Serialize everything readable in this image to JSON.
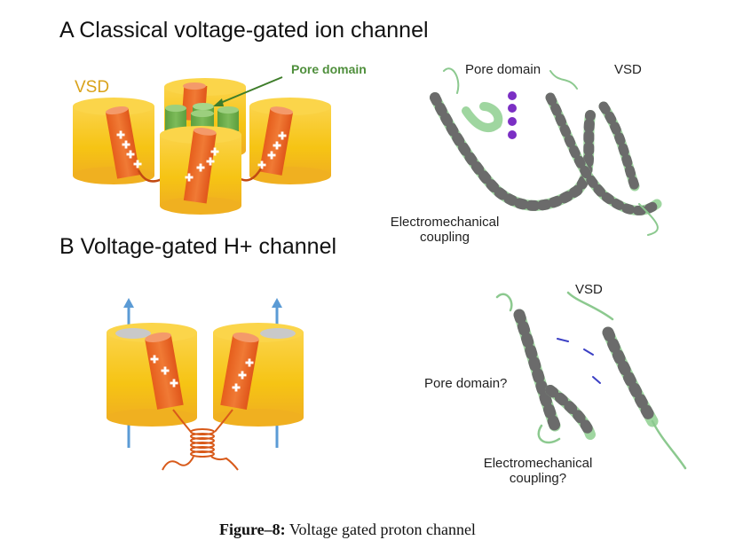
{
  "figure": {
    "caption_label": "Figure–8:",
    "caption_text": " Voltage gated proton channel"
  },
  "panel_a": {
    "title": "A  Classical voltage-gated ion channel",
    "cartoon": {
      "vsd_label": "VSD",
      "pore_label": "Pore domain",
      "charge_symbol": "+"
    },
    "structure": {
      "pore_label": "Pore domain",
      "vsd_label": "VSD",
      "coupling_label_line1": "Electromechanical",
      "coupling_label_line2": "coupling",
      "ion_count": 4
    }
  },
  "panel_b": {
    "title": "B  Voltage-gated H+ channel",
    "structure": {
      "vsd_label": "VSD",
      "pore_label": "Pore domain?",
      "coupling_label_line1": "Electromechanical",
      "coupling_label_line2": "coupling?"
    }
  },
  "colors": {
    "cylinder_yellow": "#f5c518",
    "cylinder_top": "#fbd54a",
    "helix_orange": "#ec6a25",
    "pore_green": "#6aaa4a",
    "arrow_blue": "#5b9bd5",
    "ribbon_green": "#9fd6a0",
    "ribbon_dark": "#6b6b6b",
    "ion_purple": "#7b2fc4"
  }
}
